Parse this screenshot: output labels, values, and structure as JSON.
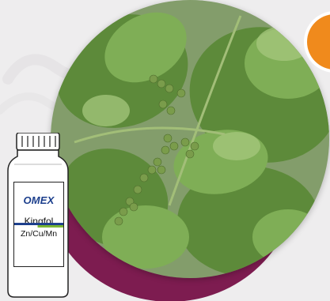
{
  "product": {
    "brand": "OMEX",
    "name": "Kingfol",
    "variant": "Zn/Cu/Mn"
  },
  "colors": {
    "background": "#eeedee",
    "accent_purple": "#7d1c50",
    "accent_orange": "#f08a1c",
    "brand_blue": "#1b3e8c",
    "brand_green": "#7ab532"
  }
}
